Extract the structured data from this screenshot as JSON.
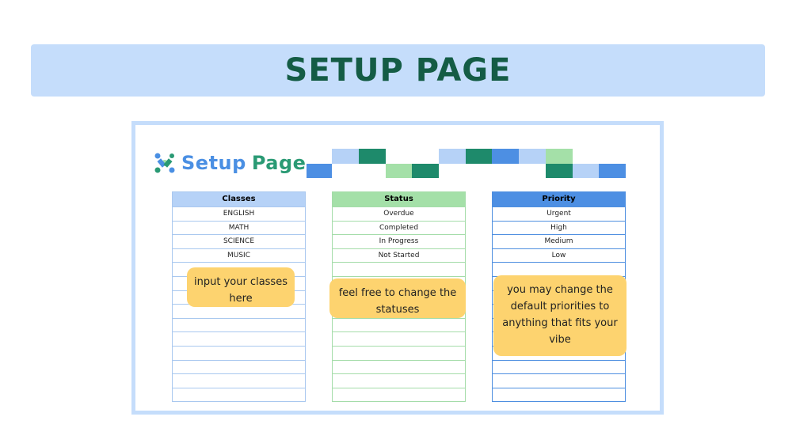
{
  "banner": {
    "title": "SETUP PAGE"
  },
  "logo": {
    "word1": "Setup",
    "word2": "Page"
  },
  "colors": {
    "dark_green": "#1e8a6b",
    "light_green": "#a4e0a8",
    "light_blue": "#b6d2f7",
    "blue": "#4d8fe3"
  },
  "tables": {
    "classes": {
      "header": "Classes",
      "rows": [
        "ENGLISH",
        "MATH",
        "SCIENCE",
        "MUSIC",
        "",
        "",
        "",
        "",
        "",
        "",
        "",
        "",
        "",
        ""
      ]
    },
    "status": {
      "header": "Status",
      "rows": [
        "Overdue",
        "Completed",
        "In Progress",
        "Not Started",
        "",
        "",
        "",
        "",
        "",
        "",
        "",
        "",
        "",
        ""
      ]
    },
    "priority": {
      "header": "Priority",
      "rows": [
        "Urgent",
        "High",
        "Medium",
        "Low",
        "",
        "",
        "",
        "",
        "",
        "",
        "",
        "",
        "",
        ""
      ]
    }
  },
  "notes": {
    "classes": {
      "line1": "input your classes",
      "line2": "here"
    },
    "status": {
      "line1": "feel free to change the",
      "line2": "statuses"
    },
    "priority": {
      "line1": "you may change the",
      "line2": "default priorities to",
      "line3": "anything that fits your",
      "line4": "vibe"
    }
  }
}
